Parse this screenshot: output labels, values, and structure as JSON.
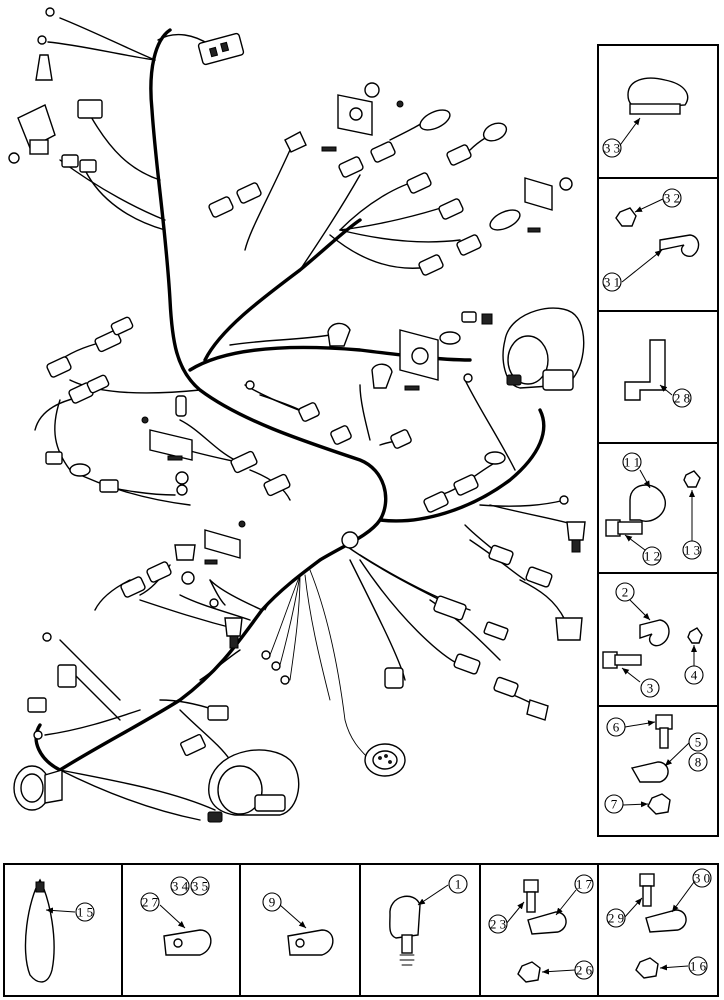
{
  "callouts": {
    "c33": "3 3",
    "c32": "3 2",
    "c31": "3 1",
    "c28": "2 8",
    "c11": "1 1",
    "c12": "1 2",
    "c13": "1 3",
    "c2": "2",
    "c3": "3",
    "c4": "4",
    "c6": "6",
    "c5": "5",
    "c8": "8",
    "c7": "7",
    "b15": "1 5",
    "b27": "2 7",
    "b34": "3 4",
    "b35": "3 5",
    "b9": "9",
    "b1": "1",
    "b17": "1 7",
    "b23": "2 3",
    "b26": "2 6",
    "b30": "3 0",
    "b29": "2 9",
    "b16": "1 6"
  }
}
